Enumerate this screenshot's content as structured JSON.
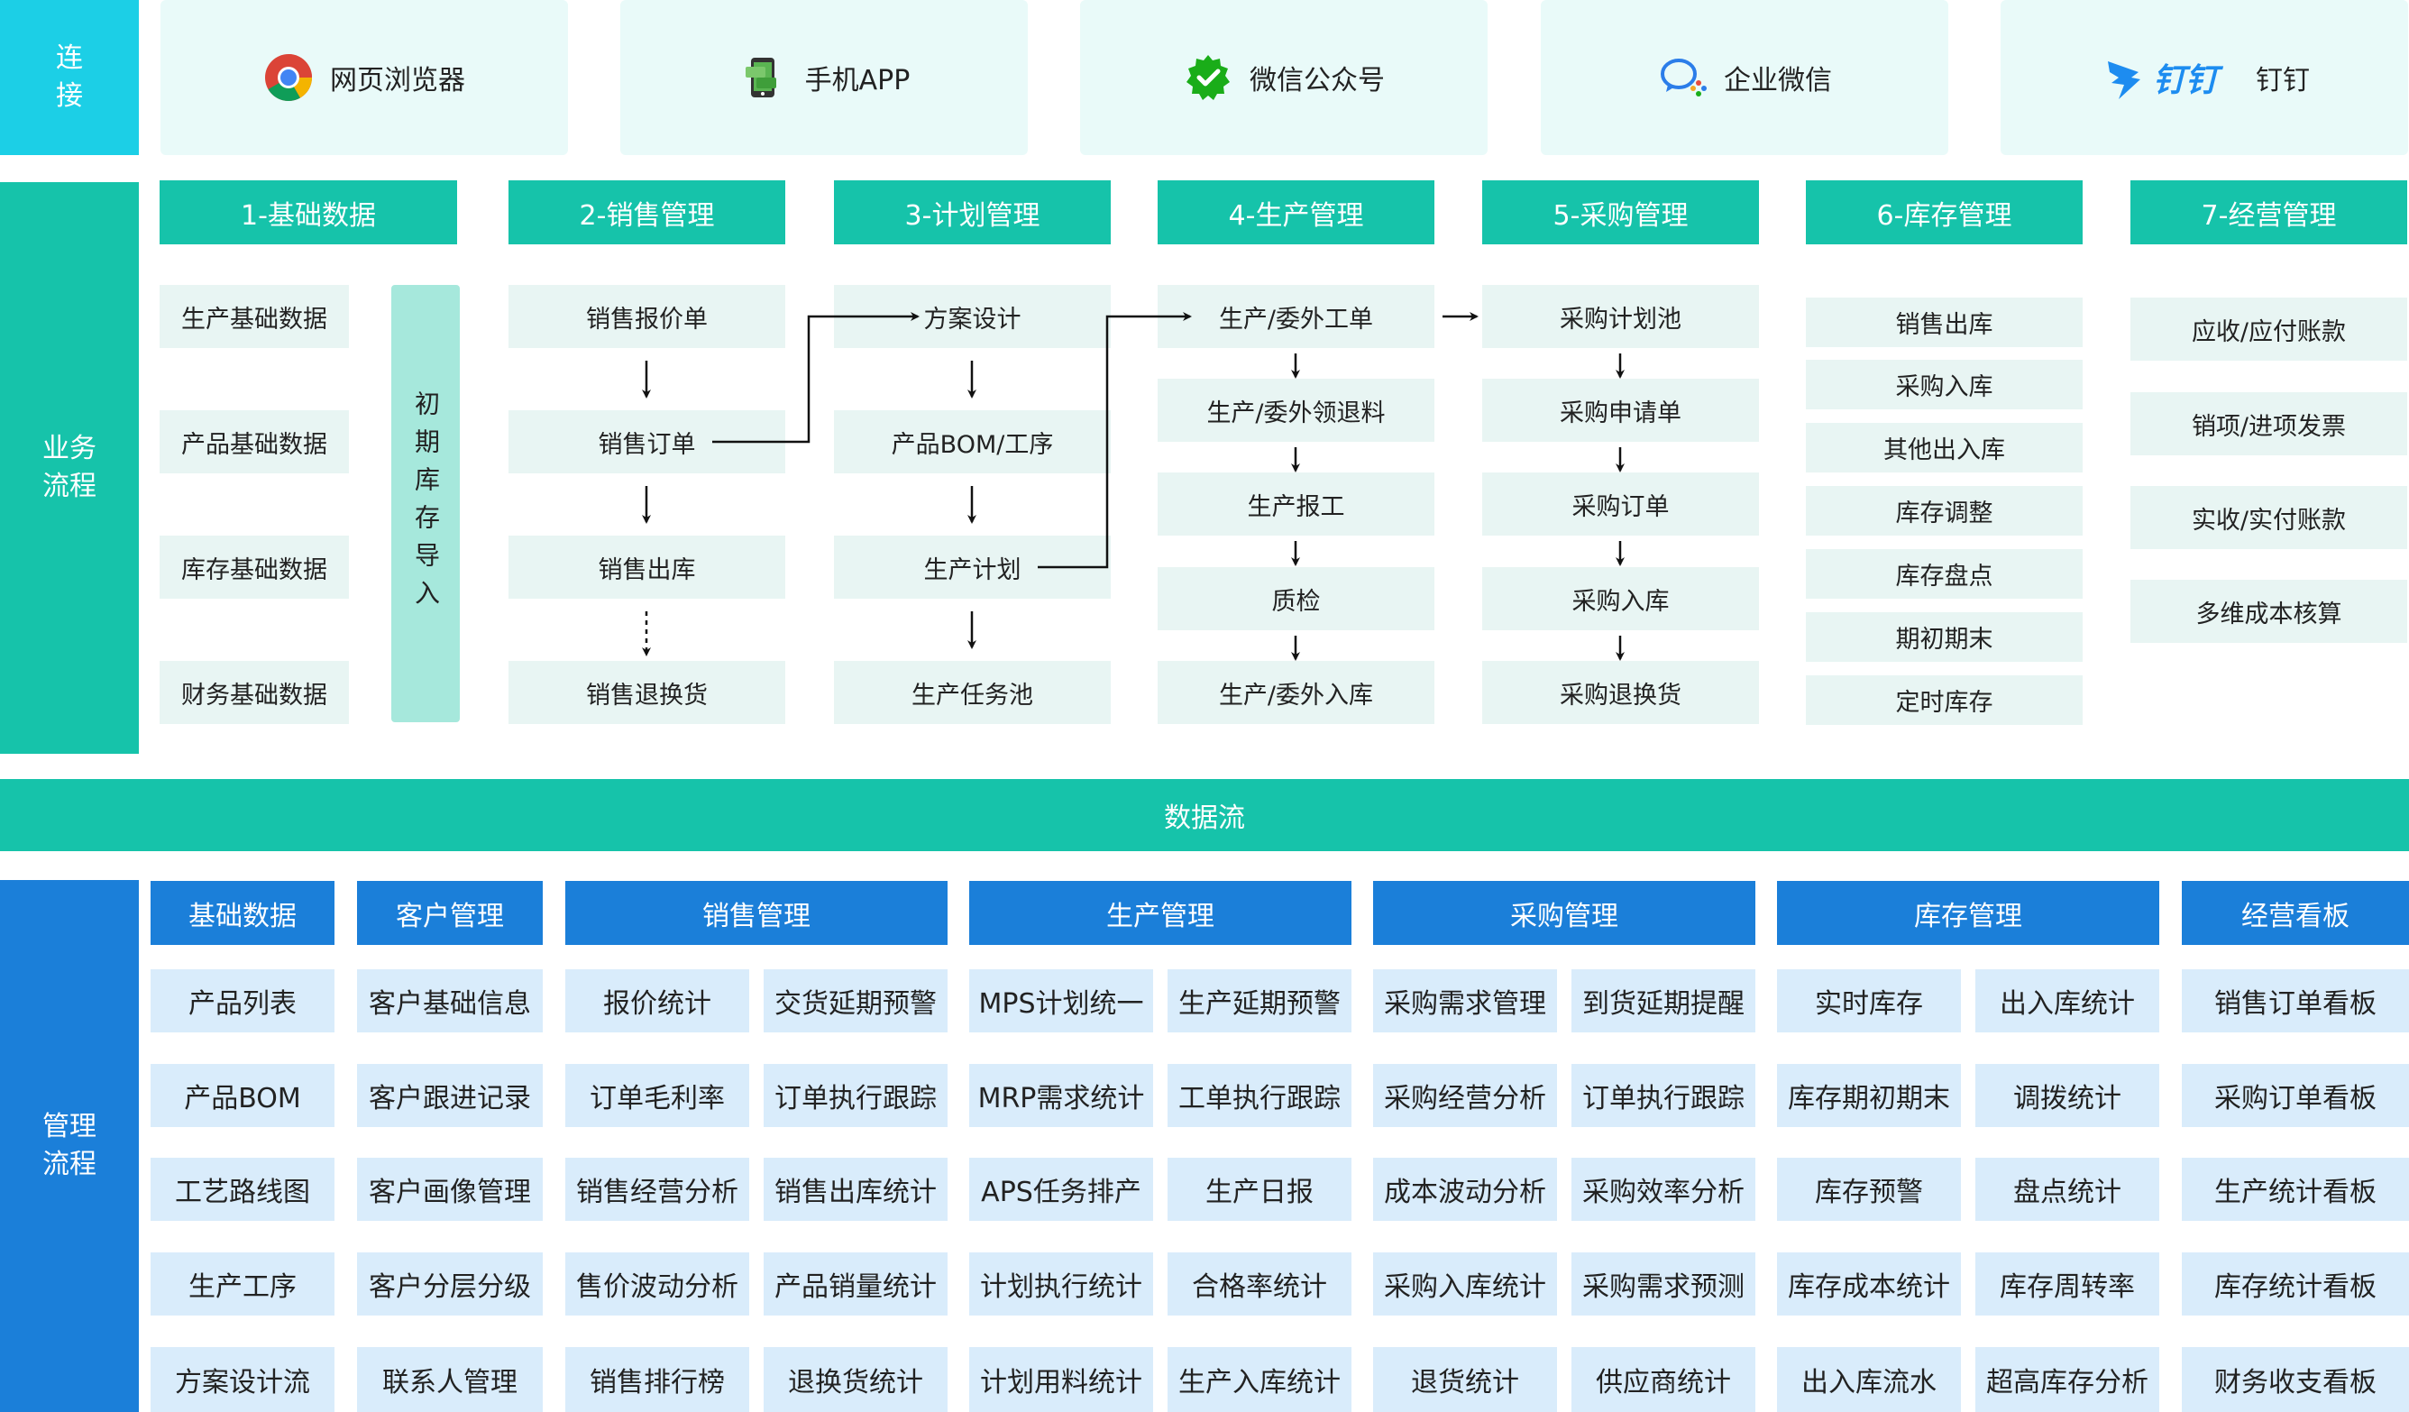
{
  "sections": {
    "connect": "连\n接",
    "business": "业务\n流程",
    "management": "管理\n流程"
  },
  "connections": [
    {
      "label": "网页浏览器",
      "icon": "chrome-browser-icon"
    },
    {
      "label": "手机APP",
      "icon": "mobile-app-icon"
    },
    {
      "label": "微信公众号",
      "icon": "wechat-official-account-icon"
    },
    {
      "label": "企业微信",
      "icon": "wecom-icon"
    },
    {
      "label": "钉钉",
      "icon": "dingtalk-icon",
      "logo_text": "钉钉"
    }
  ],
  "business_modules": [
    {
      "title": "1-基础数据",
      "items": [
        "生产基础数据",
        "产品基础数据",
        "库存基础数据",
        "财务基础数据"
      ],
      "side_label": "初期库存导入"
    },
    {
      "title": "2-销售管理",
      "items": [
        "销售报价单",
        "销售订单",
        "销售出库",
        "销售退换货"
      ]
    },
    {
      "title": "3-计划管理",
      "items": [
        "方案设计",
        "产品BOM/工序",
        "生产计划",
        "生产任务池"
      ]
    },
    {
      "title": "4-生产管理",
      "items": [
        "生产/委外工单",
        "生产/委外领退料",
        "生产报工",
        "质检",
        "生产/委外入库"
      ]
    },
    {
      "title": "5-采购管理",
      "items": [
        "采购计划池",
        "采购申请单",
        "采购订单",
        "采购入库",
        "采购退换货"
      ]
    },
    {
      "title": "6-库存管理",
      "items": [
        "销售出库",
        "采购入库",
        "其他出入库",
        "库存调整",
        "库存盘点",
        "期初期末",
        "定时库存"
      ]
    },
    {
      "title": "7-经营管理",
      "items": [
        "应收/应付账款",
        "销项/进项发票",
        "实收/实付账款",
        "多维成本核算"
      ]
    }
  ],
  "dataflow_label": "数据流",
  "management_modules": [
    {
      "title": "基础数据",
      "columns": [
        [
          "产品列表",
          "产品BOM",
          "工艺路线图",
          "生产工序",
          "方案设计流"
        ]
      ]
    },
    {
      "title": "客户管理",
      "columns": [
        [
          "客户基础信息",
          "客户跟进记录",
          "客户画像管理",
          "客户分层分级",
          "联系人管理"
        ]
      ]
    },
    {
      "title": "销售管理",
      "columns": [
        [
          "报价统计",
          "订单毛利率",
          "销售经营分析",
          "售价波动分析",
          "销售排行榜"
        ],
        [
          "交货延期预警",
          "订单执行跟踪",
          "销售出库统计",
          "产品销量统计",
          "退换货统计"
        ]
      ]
    },
    {
      "title": "生产管理",
      "columns": [
        [
          "MPS计划统一",
          "MRP需求统计",
          "APS任务排产",
          "计划执行统计",
          "计划用料统计"
        ],
        [
          "生产延期预警",
          "工单执行跟踪",
          "生产日报",
          "合格率统计",
          "生产入库统计"
        ]
      ]
    },
    {
      "title": "采购管理",
      "columns": [
        [
          "采购需求管理",
          "采购经营分析",
          "成本波动分析",
          "采购入库统计",
          "退货统计"
        ],
        [
          "到货延期提醒",
          "订单执行跟踪",
          "采购效率分析",
          "采购需求预测",
          "供应商统计"
        ]
      ]
    },
    {
      "title": "库存管理",
      "columns": [
        [
          "实时库存",
          "库存期初期末",
          "库存预警",
          "库存成本统计",
          "出入库流水"
        ],
        [
          "出入库统计",
          "调拨统计",
          "盘点统计",
          "库存周转率",
          "超高库存分析"
        ]
      ]
    },
    {
      "title": "经营看板",
      "columns": [
        [
          "销售订单看板",
          "采购订单看板",
          "生产统计看板",
          "库存统计看板",
          "财务收支看板"
        ]
      ]
    }
  ],
  "colors": {
    "connect_bar": "#1ccfe6",
    "business_bar": "#16c3aa",
    "module_head": "#16c3aa",
    "management_bar": "#1b7fd9",
    "management_head": "#1b7fd9"
  }
}
